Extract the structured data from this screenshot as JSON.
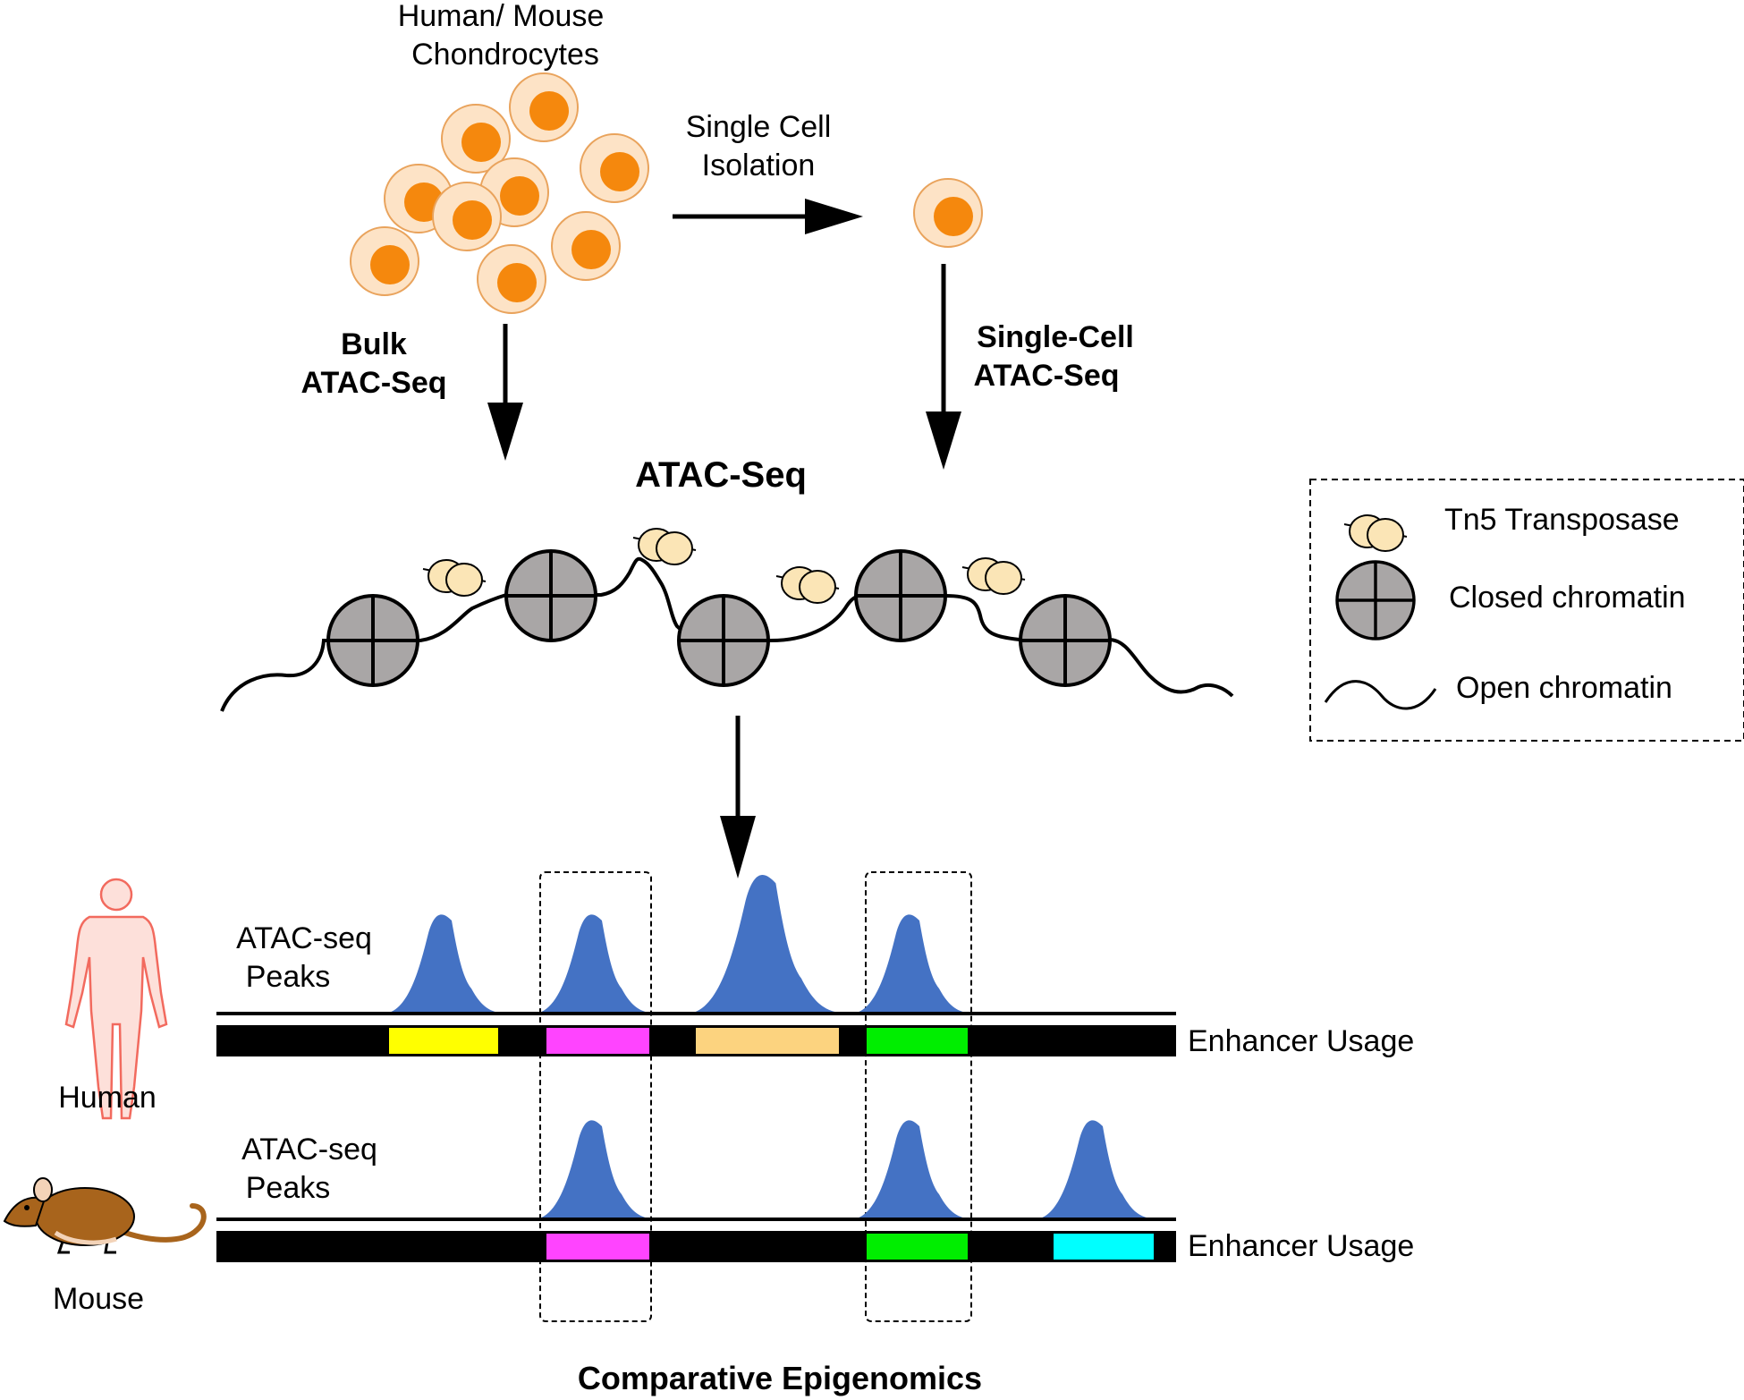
{
  "labels": {
    "source_line1": "Human/ Mouse",
    "source_line2": "Chondrocytes",
    "isolation_line1": "Single Cell",
    "isolation_line2": "Isolation",
    "bulk_line1": "Bulk",
    "bulk_line2": "ATAC-Seq",
    "single_line1": "Single-Cell",
    "single_line2": "ATAC-Seq",
    "atac_title": "ATAC-Seq",
    "human_peaks_line1": "ATAC-seq",
    "human_peaks_line2": "Peaks",
    "mouse_peaks_line1": "ATAC-seq",
    "mouse_peaks_line2": "Peaks",
    "human_enhancer": "Enhancer Usage",
    "mouse_enhancer": "Enhancer Usage",
    "human_species": "Human",
    "mouse_species": "Mouse",
    "footer": "Comparative Epigenomics"
  },
  "legend": {
    "items": [
      {
        "icon": "tn5-transposase-icon",
        "label": "Tn5 Transposase"
      },
      {
        "icon": "closed-chromatin-icon",
        "label": "Closed chromatin"
      },
      {
        "icon": "open-chromatin-icon",
        "label": "Open chromatin"
      }
    ]
  },
  "colors": {
    "cell_outer": "#fde3c6",
    "cell_nucleus": "#f5880d",
    "nucleosome": "#a9a6a6",
    "tn5": "#fbe5b6",
    "peak": "#4472c4",
    "track": "#000000",
    "enhancer_yellow": "#ffff00",
    "enhancer_magenta": "#ff44ff",
    "enhancer_tan": "#fcd37f",
    "enhancer_green": "#00ee00",
    "enhancer_cyan": "#00ffff",
    "human_figure": "#f8b8b0",
    "mouse_body": "#a8641c"
  }
}
